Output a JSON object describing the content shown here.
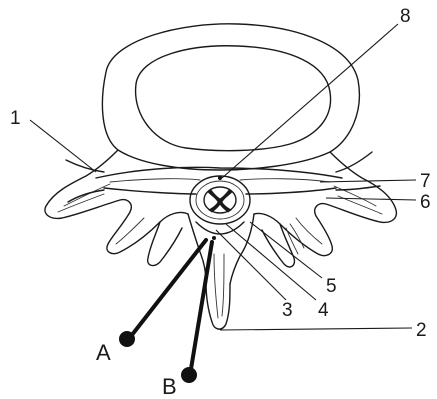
{
  "labels": {
    "n1": "1",
    "n2": "2",
    "n3": "3",
    "n4": "4",
    "n5": "5",
    "n6": "6",
    "n7": "7",
    "n8": "8",
    "a": "A",
    "b": "B"
  }
}
